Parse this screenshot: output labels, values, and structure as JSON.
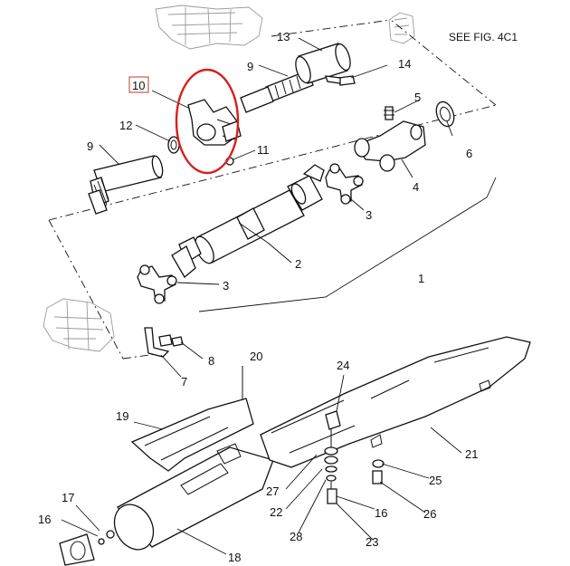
{
  "diagram": {
    "reference_note": "SEE FIG. 4C1",
    "highlight_color": "#d81e1e",
    "highlight_box_color": "#c0392b",
    "callouts": {
      "c1": "1",
      "c2": "2",
      "c3a": "3",
      "c3b": "3",
      "c4": "4",
      "c5": "5",
      "c6": "6",
      "c7": "7",
      "c8": "8",
      "c9a": "9",
      "c9b": "9",
      "c10": "10",
      "c11": "11",
      "c12": "12",
      "c13": "13",
      "c14": "14",
      "c16a": "16",
      "c16b": "16",
      "c17": "17",
      "c18": "18",
      "c19": "19",
      "c20": "20",
      "c21": "21",
      "c22": "22",
      "c23": "23",
      "c24": "24",
      "c25": "25",
      "c26": "26",
      "c27": "27",
      "c28": "28"
    }
  }
}
